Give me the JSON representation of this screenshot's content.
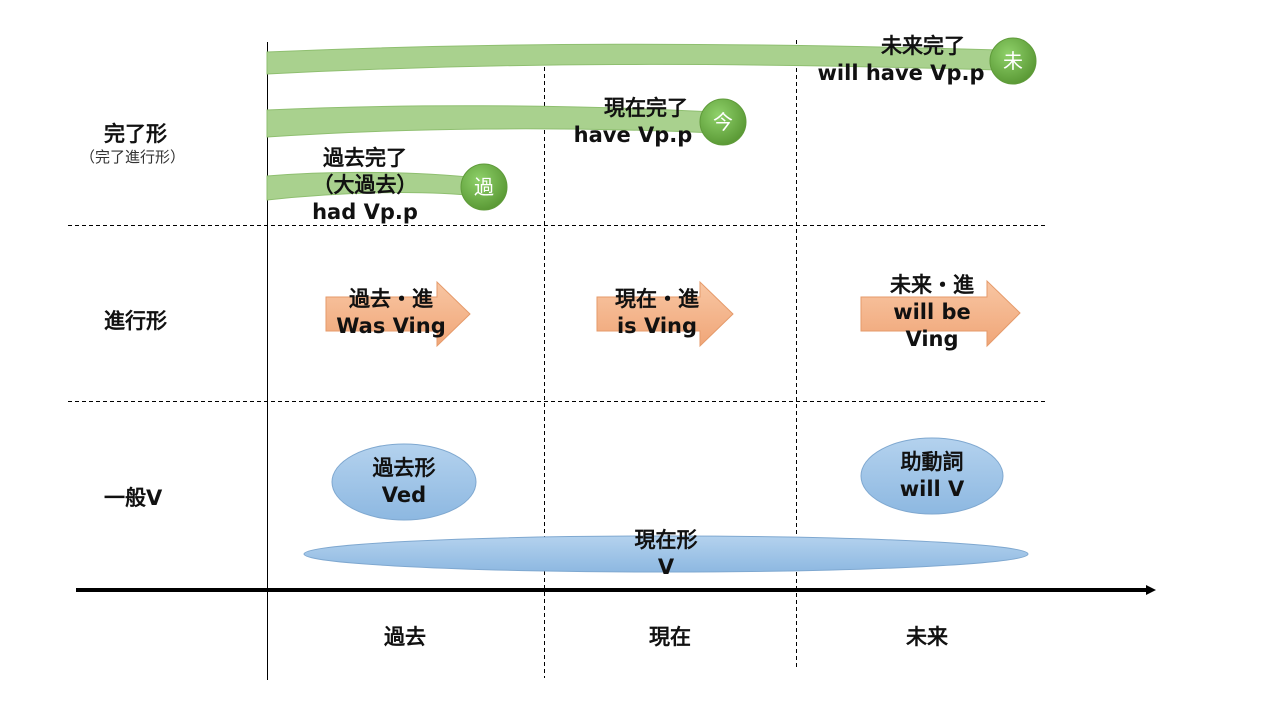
{
  "row_labels": {
    "perfect": "完了形",
    "perfect_sub": "（完了進行形）",
    "progressive": "進行形",
    "simple": "一般V"
  },
  "column_labels": {
    "past": "過去",
    "present": "現在",
    "future": "未来"
  },
  "perfect": {
    "future": {
      "line1": "未来完了",
      "line2": "will have Vp.p",
      "badge": "未"
    },
    "present": {
      "line1": "現在完了",
      "line2": "have Vp.p",
      "badge": "今"
    },
    "past": {
      "line1": "過去完了",
      "line2": "（大過去）",
      "line3": "had Vp.p",
      "badge": "過"
    }
  },
  "progressive": {
    "past": {
      "line1": "過去・進",
      "line2": "Was Ving"
    },
    "present": {
      "line1": "現在・進",
      "line2": "is Ving"
    },
    "future": {
      "line1": "未来・進",
      "line2": "will be",
      "line3": "Ving"
    }
  },
  "simple": {
    "past": {
      "line1": "過去形",
      "line2": "Ved"
    },
    "future": {
      "line1": "助動詞",
      "line2": "will V"
    },
    "present": {
      "line1": "現在形",
      "line2": "V"
    }
  },
  "colors": {
    "green_band": "#a9d18e",
    "green_band_edge": "#8fbf70",
    "green_badge": "#70ad47",
    "arrow_fill": "#f4b183",
    "arrow_edge": "#e59a6a",
    "ellipse_fill": "#9dc3e6",
    "ellipse_edge": "#7fa8d0",
    "axis": "#000000"
  }
}
